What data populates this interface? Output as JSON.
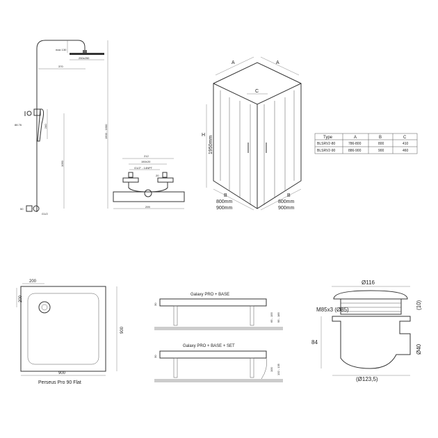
{
  "shower_column": {
    "head_height": "max 130",
    "head_size": "250x250",
    "arm_length": "370",
    "total_height": "1900 - 1600",
    "holder_height": "1050",
    "handshower_length": "240",
    "angle": "88.76",
    "inlet_offset": "50",
    "inlet_thread": "G1/2"
  },
  "thermostat": {
    "outer_width": "212",
    "inlet_spacing": "150±20",
    "thread": "G1/2\" - 14NPT",
    "depth": "20",
    "body_length": "299"
  },
  "cabin": {
    "dim_a": "A",
    "dim_c": "C",
    "dim_h": "H",
    "height": "1950mm",
    "dim_b": "B",
    "sizes": [
      "800mm",
      "900mm"
    ]
  },
  "spec_table": {
    "headers": [
      "Type",
      "A",
      "B",
      "C"
    ],
    "rows": [
      [
        "BLSRV2-80",
        "786-800",
        "800",
        "410"
      ],
      [
        "BLSRV2-90",
        "886-900",
        "900",
        "460"
      ]
    ]
  },
  "tray": {
    "drain_offset_x": "200",
    "drain_offset_y": "200",
    "depth": "900",
    "width": "900",
    "name": "Perseus Pro 90 Flat"
  },
  "galaxy": {
    "base_title": "Galaxy PRO + BASE",
    "base_thickness": "30",
    "base_leg_range": "65 - 155",
    "base_total_range": "95 - 185",
    "set_title": "Galaxy PRO + BASE + SET",
    "set_thickness": "30",
    "set_leg": "100",
    "set_total_range": "132 - 135"
  },
  "drain": {
    "cover_diameter": "Ø116",
    "thread": "M85x3 (Ø85)",
    "cover_height": "(10)",
    "height": "84",
    "outlet": "Ø40",
    "body_diameter": "(Ø123,5)"
  }
}
